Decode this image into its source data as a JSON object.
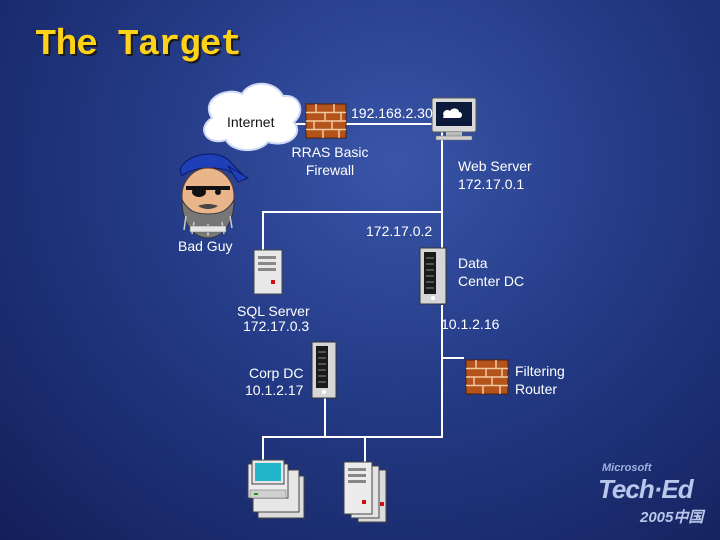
{
  "title": "The Target",
  "nodes": {
    "internet": {
      "label": "Internet"
    },
    "firewall": {
      "ip": "192.168.2.30",
      "label_line1": "RRAS Basic",
      "label_line2": "Firewall"
    },
    "web_server": {
      "label": "Web Server",
      "ip": "172.17.0.1"
    },
    "bad_guy": {
      "label": "Bad Guy"
    },
    "dmz_ip": "172.17.0.2",
    "data_center_dc": {
      "label_line1": "Data",
      "label_line2": "Center DC"
    },
    "sql_server": {
      "label": "SQL Server",
      "ip": "172.17.0.3"
    },
    "router_ip": "10.1.2.16",
    "filtering_router": {
      "label_line1": "Filtering",
      "label_line2": "Router"
    },
    "corp_dc": {
      "label": "Corp DC",
      "ip": "10.1.2.17"
    }
  },
  "branding": {
    "vendor": "Microsoft",
    "event": "Tech·Ed",
    "year": "2005中国"
  }
}
